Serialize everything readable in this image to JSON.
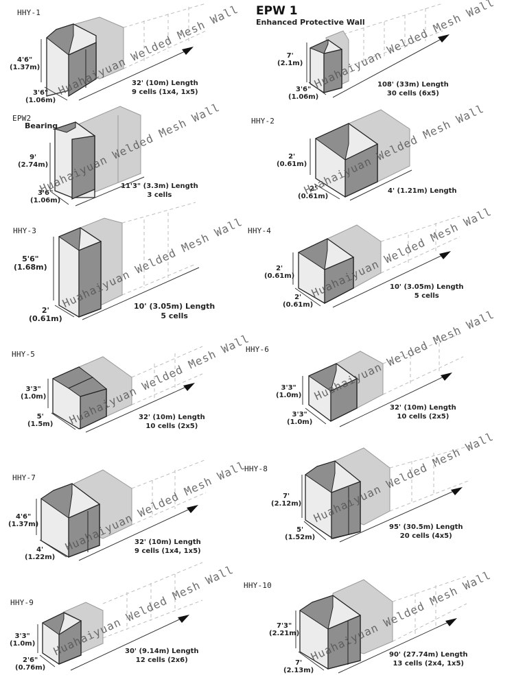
{
  "watermark": "Huahaiyuan Welded Mesh Wall",
  "colors": {
    "dark_face": "#8e8e8e",
    "mid_face": "#c9c9c9",
    "light_face": "#ececec",
    "outline": "#222222",
    "dashed": "#bdbdbd"
  },
  "panels": [
    {
      "model": "HHY-1",
      "height": "4'6\"",
      "height_m": "(1.37m)",
      "width": "3'6\"",
      "width_m": "(1.06m)",
      "length": "32' (10m) Length",
      "cells": "9 cells (1x4, 1x5)"
    },
    {
      "model": "EPW 1",
      "subtitle": "Enhanced Protective Wall",
      "height": "7'",
      "height_m": "(2.1m)",
      "width": "3'6\"",
      "width_m": "(1.06m)",
      "length": "108' (33m) Length",
      "cells": "30 cells (6x5)"
    },
    {
      "model": "EPW2",
      "subtitle": "Bearing",
      "height": "9'",
      "height_m": "(2.74m)",
      "width": "3'6\"",
      "width_m": "(1.06m)",
      "length": "11'3\" (3.3m) Length",
      "cells": "3 cells"
    },
    {
      "model": "HHY-2",
      "height": "2'",
      "height_m": "(0.61m)",
      "width": "2'",
      "width_m": "(0.61m)",
      "length": "4' (1.21m) Length",
      "cells": ""
    },
    {
      "model": "HHY-3",
      "height": "5'6\"",
      "height_m": "(1.68m)",
      "width": "2'",
      "width_m": "(0.61m)",
      "length": "10' (3.05m) Length",
      "cells": "5 cells"
    },
    {
      "model": "HHY-4",
      "height": "2'",
      "height_m": "(0.61m)",
      "width": "2'",
      "width_m": "(0.61m)",
      "length": "10' (3.05m) Length",
      "cells": "5 cells"
    },
    {
      "model": "HHY-5",
      "height": "3'3\"",
      "height_m": "(1.0m)",
      "width": "5'",
      "width_m": "(1.5m)",
      "length": "32' (10m) Length",
      "cells": "10 cells (2x5)"
    },
    {
      "model": "HHY-6",
      "height": "3'3\"",
      "height_m": "(1.0m)",
      "width": "3'3\"",
      "width_m": "(1.0m)",
      "length": "32' (10m) Length",
      "cells": "10 cells  (2x5)"
    },
    {
      "model": "HHY-7",
      "height": "4'6\"",
      "height_m": "(1.37m)",
      "width": "4'",
      "width_m": "(1.22m)",
      "length": "32' (10m) Length",
      "cells": "9 cells (1x4, 1x5)"
    },
    {
      "model": "HHY-8",
      "height": "7'",
      "height_m": "(2.12m)",
      "width": "5'",
      "width_m": "(1.52m)",
      "length": "95' (30.5m) Length",
      "cells": "20 cells (4x5)"
    },
    {
      "model": "HHY-9",
      "height": "3'3\"",
      "height_m": "(1.0m)",
      "width": "2'6\"",
      "width_m": "(0.76m)",
      "length": "30' (9.14m) Length",
      "cells": "12 cells (2x6)"
    },
    {
      "model": "HHY-10",
      "height": "7'3\"",
      "height_m": "(2.21m)",
      "width": "7'",
      "width_m": "(2.13m)",
      "length": "90' (27.74m) Length",
      "cells": "13 cells (2x4, 1x5)"
    }
  ]
}
